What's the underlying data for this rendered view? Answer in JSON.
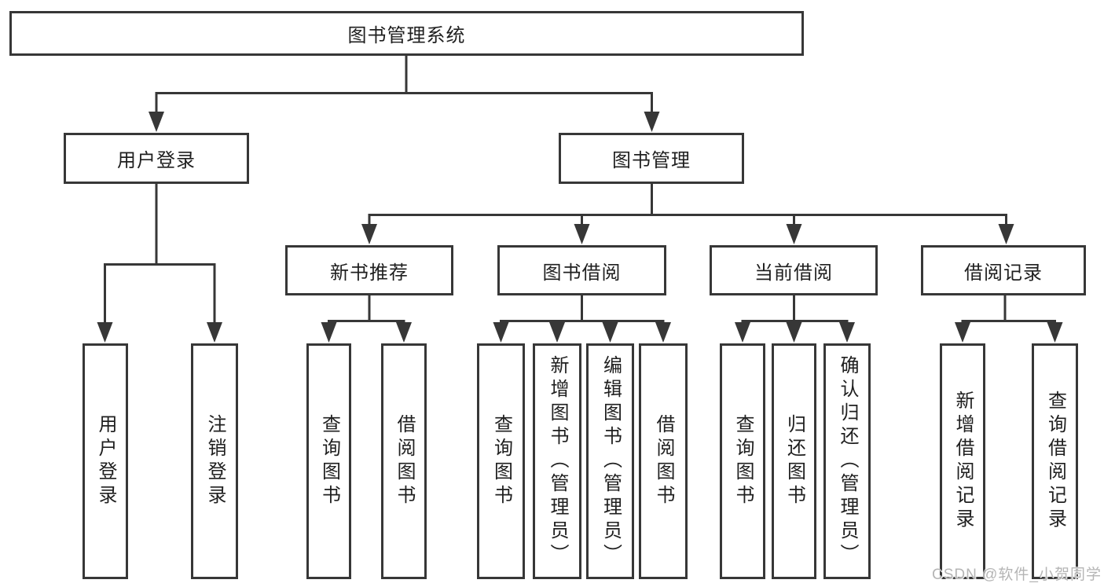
{
  "diagram": {
    "root": {
      "label": "图书管理系统",
      "children": [
        {
          "label": "用户登录",
          "children": [
            {
              "label": "用户登录"
            },
            {
              "label": "注销登录"
            }
          ]
        },
        {
          "label": "图书管理",
          "children": [
            {
              "label": "新书推荐",
              "children": [
                {
                  "label": "查询图书"
                },
                {
                  "label": "借阅图书"
                }
              ]
            },
            {
              "label": "图书借阅",
              "children": [
                {
                  "label": "查询图书"
                },
                {
                  "label": "新增图书（管理员）"
                },
                {
                  "label": "编辑图书（管理员）"
                },
                {
                  "label": "借阅图书"
                }
              ]
            },
            {
              "label": "当前借阅",
              "children": [
                {
                  "label": "查询图书"
                },
                {
                  "label": "归还图书"
                },
                {
                  "label": "确认归还（管理员）"
                }
              ]
            },
            {
              "label": "借阅记录",
              "children": [
                {
                  "label": "新增借阅记录"
                },
                {
                  "label": "查询借阅记录"
                }
              ]
            }
          ]
        }
      ]
    },
    "watermark": "CSDN @软件_小贺同学",
    "colors": {
      "line": "#373737",
      "box_border": "#373737",
      "box_fill": "#ffffff",
      "text": "#1f1f1f",
      "background": "#ffffff",
      "watermark": "#b5b5b5"
    }
  }
}
